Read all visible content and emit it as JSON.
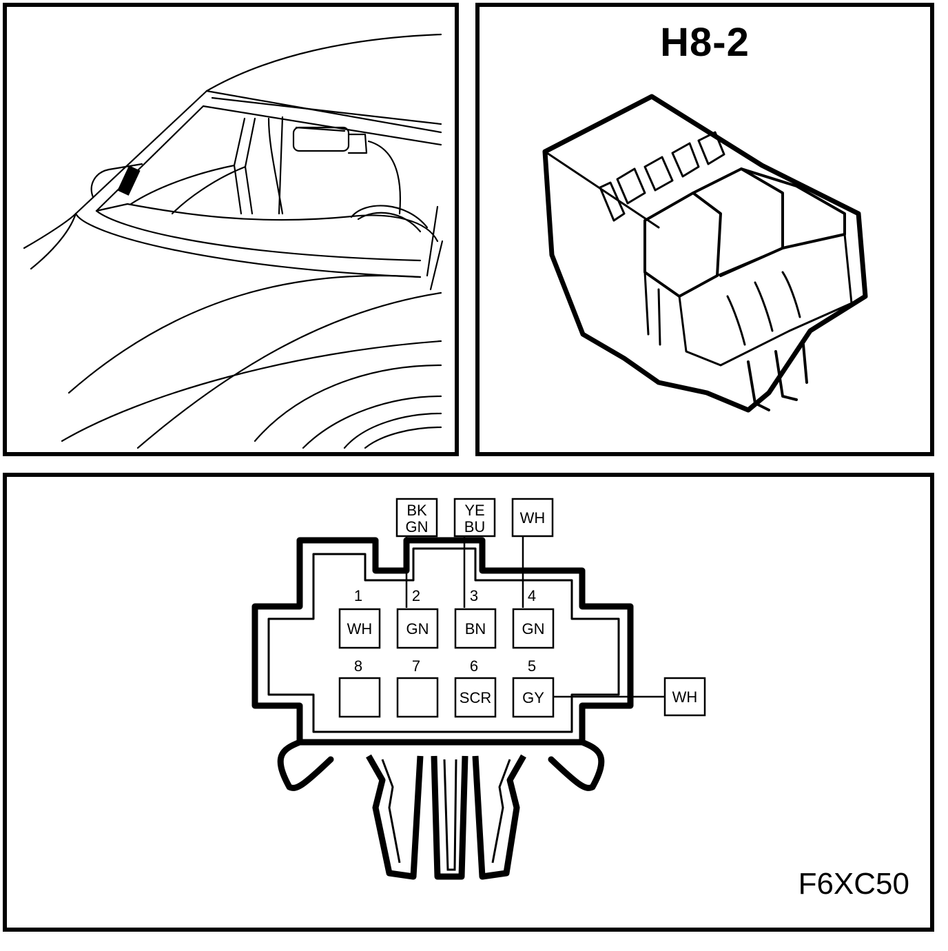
{
  "connector": {
    "title": "H8-2",
    "figure_code": "F6XC50"
  },
  "pins": [
    {
      "num": "1",
      "color": "WH"
    },
    {
      "num": "2",
      "color": "GN"
    },
    {
      "num": "3",
      "color": "BN"
    },
    {
      "num": "4",
      "color": "GN"
    },
    {
      "num": "5",
      "color": "GY"
    },
    {
      "num": "6",
      "color": "SCR"
    },
    {
      "num": "7",
      "color": ""
    },
    {
      "num": "8",
      "color": ""
    }
  ],
  "wires": {
    "w2": {
      "line1": "BK",
      "line2": "GN"
    },
    "w3": {
      "line1": "YE",
      "line2": "BU"
    },
    "w4": "WH",
    "w5": "WH"
  }
}
